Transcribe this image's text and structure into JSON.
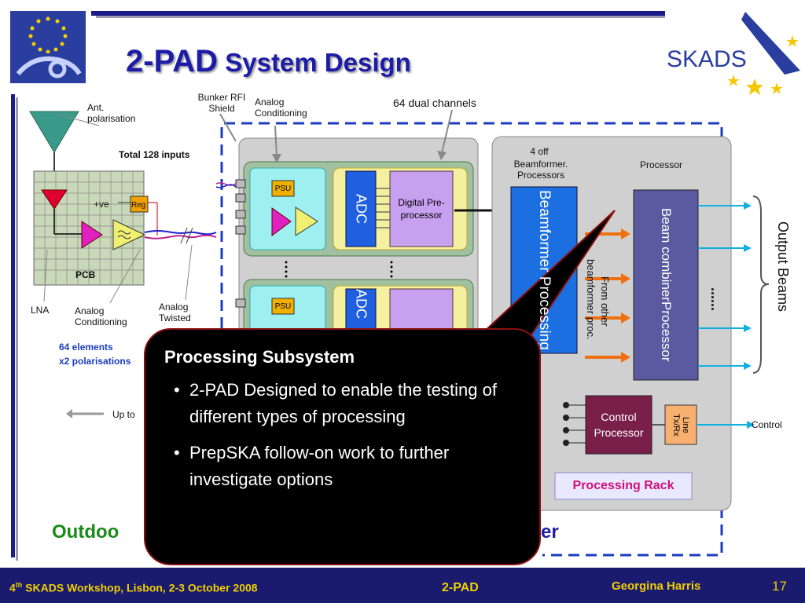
{
  "title": {
    "part1": "2-PAD",
    "part2": " System Design"
  },
  "logos": {
    "left_logo": "EU FP6",
    "right_logo": "SKADS"
  },
  "labels": {
    "ant_polarisation": "Ant. polarisation",
    "bunker_rfi": "Bunker RFI Shield",
    "analog_conditioning_top": "Analog Conditioning",
    "dual_channels": "64 dual channels",
    "total_inputs": "Total 128 inputs",
    "plus_ve": "+ve",
    "reg": "Reg",
    "pcb": "PCB",
    "lna": "LNA",
    "analog_conditioning_bottom": "Analog Conditioning",
    "analog_twisted": "Analog Twisted",
    "elements": "64 elements",
    "polarisations": "x2 polarisations",
    "up_to": "Up to",
    "psu": "PSU",
    "adc": "ADC",
    "digital_preprocessor": "Digital Pre-processor",
    "four_off": "4 off",
    "beamformer_processors": "Beamformer. Processors",
    "processor": "Processor",
    "beamformer_processing": "Beamformer Processing",
    "from_other": "From other",
    "beamformer_proc": "beamformer proc.",
    "beam_combiner": "Beam combiner",
    "beam_processor": "Processor",
    "dots": "......",
    "output_beams": "Output Beams",
    "control_processor": "Control Processor",
    "line_txrx": "Line Tx/Rx",
    "control": "Control",
    "processing_rack": "Processing Rack",
    "outdoor_left": "Outdoo",
    "outdoor_right": "er"
  },
  "callout": {
    "heading": "Processing Subsystem",
    "bullets": [
      "2-PAD Designed to enable the testing of different types of processing",
      "PrepSKA follow-on work to further investigate options"
    ]
  },
  "footer": {
    "left_sup": "th",
    "left_num": "4",
    "left_rest": " SKADS Workshop, Lisbon, 2-3 October 2008",
    "center": "2-PAD",
    "author": "Georgina Harris",
    "page": "17"
  },
  "colors": {
    "title": "#1c1ca8",
    "footer_bg": "#1a1a6e",
    "footer_text": "#f0d000",
    "beamformer": "#1b6fe0",
    "beam_combiner": "#5a5aa0",
    "control_processor": "#7a1f4a",
    "outdoor_text": "#1a8a1a"
  }
}
